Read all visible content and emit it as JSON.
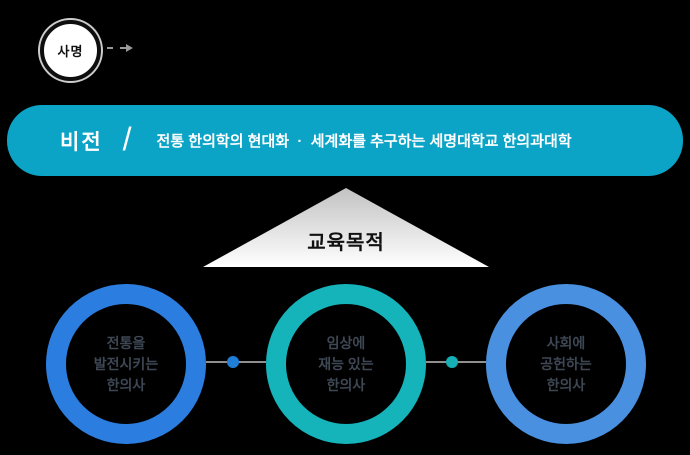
{
  "colors": {
    "vision_bar": "#0BA3C6",
    "vision_text": "#FFFFFF",
    "triangle_top": "#C2C2C2",
    "triangle_bottom": "#FFFFFF",
    "ring_1": "#2B7DDF",
    "ring_2": "#14B4BA",
    "ring_3": "#4A90E0",
    "dot_1": "#1F7ED8",
    "dot_2": "#14B0B5",
    "connector_line": "#8F8F8F",
    "goal_text": "#3E4754",
    "arrow": "#999999"
  },
  "mission": {
    "label": "사명"
  },
  "vision": {
    "label": "비전",
    "separator": "/",
    "statement": "전통 한의학의 현대화  ·  세계화를 추구하는 세명대학교 한의과대학"
  },
  "education_purpose": {
    "label": "교육목적"
  },
  "goals": [
    {
      "text": "전통을\n발전시키는\n한의사"
    },
    {
      "text": "임상에\n재능 있는\n한의사"
    },
    {
      "text": "사회에\n공헌하는\n한의사"
    }
  ]
}
